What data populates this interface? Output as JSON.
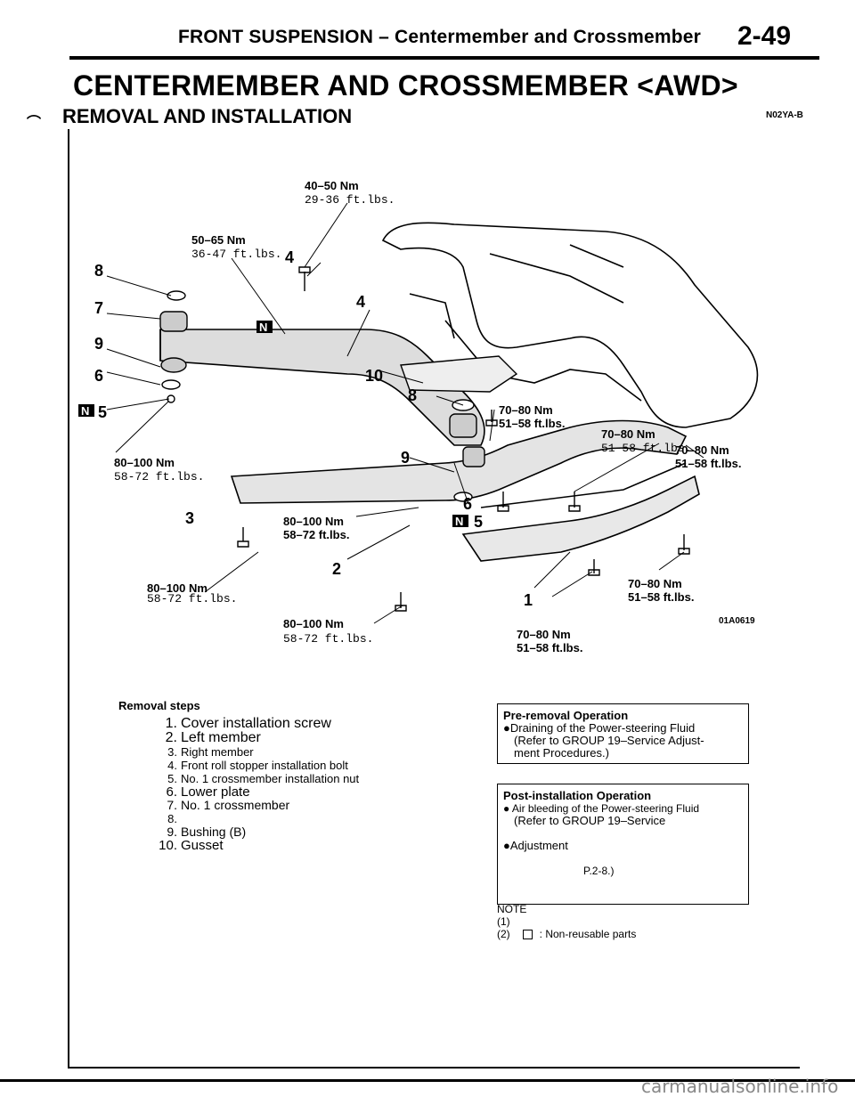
{
  "header": {
    "section": "FRONT SUSPENSION – Centermember and Crossmember",
    "page_number": "2-49"
  },
  "title": "CENTERMEMBER AND CROSSMEMBER <AWD>",
  "subtitle": "REMOVAL AND INSTALLATION",
  "doc_code": "N02YA-B",
  "diagram": {
    "figure_code": "01A0619",
    "torque": {
      "t_40_50": [
        "40–50 Nm",
        "29-36 ft.lbs."
      ],
      "t_50_65": [
        "50–65 Nm",
        "36-47 ft.lbs."
      ],
      "t_80_100_left": [
        "80–100 Nm",
        "58-72 ft.lbs."
      ],
      "t_80_100_mid": [
        "80–100 Nm",
        "58–72 ft.lbs."
      ],
      "t_80_100_lowleft": [
        "80–100 Nm",
        "58-72 ft.lbs."
      ],
      "t_80_100_bottom": [
        "80–100 Nm",
        "58-72 ft.lbs."
      ],
      "t_70_80_a": [
        "70–80 Nm",
        "51–58 ft.lbs."
      ],
      "t_70_80_b": [
        "70–80 Nm",
        "51-58 ft.lbs."
      ],
      "t_70_80_c": [
        "70–80 Nm",
        "51–58 ft.lbs."
      ],
      "t_70_80_d": [
        "70–80 Nm",
        "51–58 ft.lbs."
      ],
      "t_70_80_e": [
        "70–80 Nm",
        "51–58 ft.lbs."
      ]
    },
    "callouts": {
      "c1": "1",
      "c2": "2",
      "c3": "3",
      "c4a": "4",
      "c4b": "4",
      "c5a": "5",
      "c5b": "5",
      "c6a": "6",
      "c6b": "6",
      "c7": "7",
      "c8a": "8",
      "c8b": "8",
      "c9a": "9",
      "c9b": "9",
      "c10": "10",
      "n_mark": "N"
    }
  },
  "removal_steps": {
    "heading": "Removal steps",
    "items": [
      {
        "n": "1.",
        "text": "Cover installation screw"
      },
      {
        "n": "2.",
        "text": "Left member"
      },
      {
        "n": "3.",
        "text": "Right member"
      },
      {
        "n": "4.",
        "text": "Front roll stopper installation bolt"
      },
      {
        "n": "5.",
        "text": "No. 1 crossmember installation nut"
      },
      {
        "n": "6.",
        "text": "Lower plate"
      },
      {
        "n": "7.",
        "text": "No. 1 crossmember"
      },
      {
        "n": "8.",
        "text": ""
      },
      {
        "n": "9.",
        "text": "Bushing (B)"
      },
      {
        "n": "10.",
        "text": "Gusset"
      }
    ]
  },
  "pre_removal": {
    "heading": "Pre-removal Operation",
    "line1": "●Draining of the Power-steering Fluid",
    "line2": "(Refer to GROUP 19–Service Adjust-",
    "line3": "ment Procedures.)"
  },
  "post_installation": {
    "heading": "Post-installation Operation",
    "line1": "● Air bleeding of the Power-steering Fluid",
    "line2": "(Refer to GROUP 19–Service",
    "line3": "●Adjustment",
    "line4": "P.2-8.)"
  },
  "note": {
    "heading": "NOTE",
    "item1": "(1)",
    "item2_num": "(2)",
    "item2_text": ": Non-reusable parts"
  },
  "footer": "carmanualsonline.info"
}
